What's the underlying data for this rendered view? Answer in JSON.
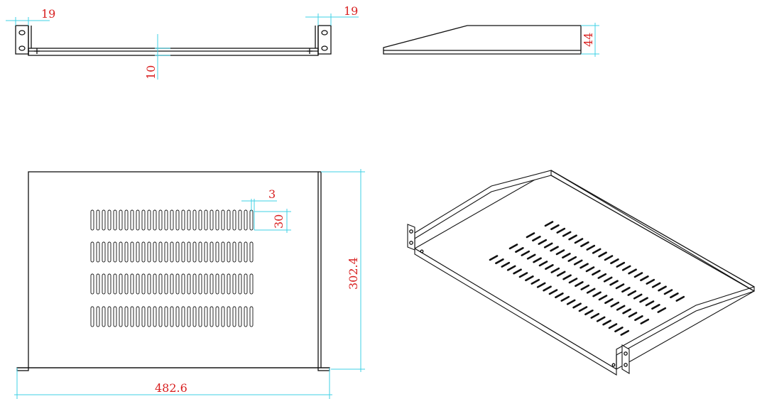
{
  "dimensions": {
    "left_ear": "19",
    "right_ear": "19",
    "thickness": "10",
    "height": "44",
    "slot_width": "3",
    "slot_height": "30",
    "depth": "302.4",
    "width": "482.6"
  },
  "colors": {
    "line": "#111111",
    "dimension_line": "#3fd0e6",
    "dimension_text": "#d81f1f"
  },
  "slot_grid": {
    "rows": 4,
    "columns": 29
  }
}
